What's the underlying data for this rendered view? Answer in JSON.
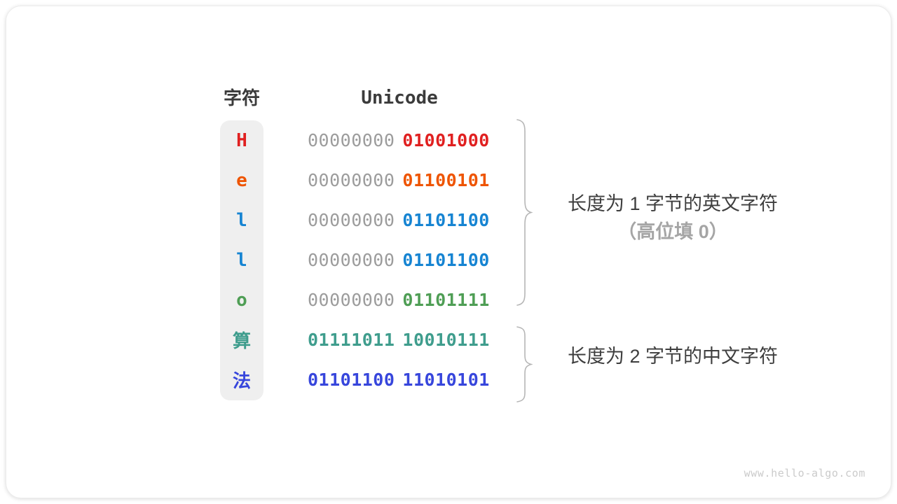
{
  "header": {
    "char_col": "字符",
    "unicode_col": "Unicode"
  },
  "rows": [
    {
      "char": "H",
      "byte1": "00000000",
      "byte2": "01001000",
      "color": "#e02020",
      "byte1_color": "#9c9c9c",
      "byte2_color": "#e02020",
      "byte1_bold": false
    },
    {
      "char": "e",
      "byte1": "00000000",
      "byte2": "01100101",
      "color": "#ee5400",
      "byte1_color": "#9c9c9c",
      "byte2_color": "#ee5400",
      "byte1_bold": false
    },
    {
      "char": "l",
      "byte1": "00000000",
      "byte2": "01101100",
      "color": "#1684d2",
      "byte1_color": "#9c9c9c",
      "byte2_color": "#1684d2",
      "byte1_bold": false
    },
    {
      "char": "l",
      "byte1": "00000000",
      "byte2": "01101100",
      "color": "#1684d2",
      "byte1_color": "#9c9c9c",
      "byte2_color": "#1684d2",
      "byte1_bold": false
    },
    {
      "char": "o",
      "byte1": "00000000",
      "byte2": "01101111",
      "color": "#4f9e55",
      "byte1_color": "#9c9c9c",
      "byte2_color": "#4f9e55",
      "byte1_bold": false
    },
    {
      "char": "算",
      "byte1": "01111011",
      "byte2": "10010111",
      "color": "#3f9d8d",
      "byte1_color": "#3f9d8d",
      "byte2_color": "#3f9d8d",
      "byte1_bold": true
    },
    {
      "char": "法",
      "byte1": "01101100",
      "byte2": "11010101",
      "color": "#3746dc",
      "byte1_color": "#3746dc",
      "byte2_color": "#3746dc",
      "byte1_bold": true
    }
  ],
  "annotations": {
    "english": {
      "line1": "长度为 1 字节的英文字符",
      "line2": "（高位填 0）"
    },
    "chinese": {
      "line1": "长度为 2 字节的中文字符"
    }
  },
  "watermark": "www.hello-algo.com",
  "style": {
    "byte_gray": "#9c9c9c",
    "column_bg": "#efefef",
    "header_text": "#3b3b3b",
    "annotation_gray": "#a5a5a5",
    "brace_stroke": "#b6b6b6",
    "watermark_color": "#cbcbcb"
  }
}
